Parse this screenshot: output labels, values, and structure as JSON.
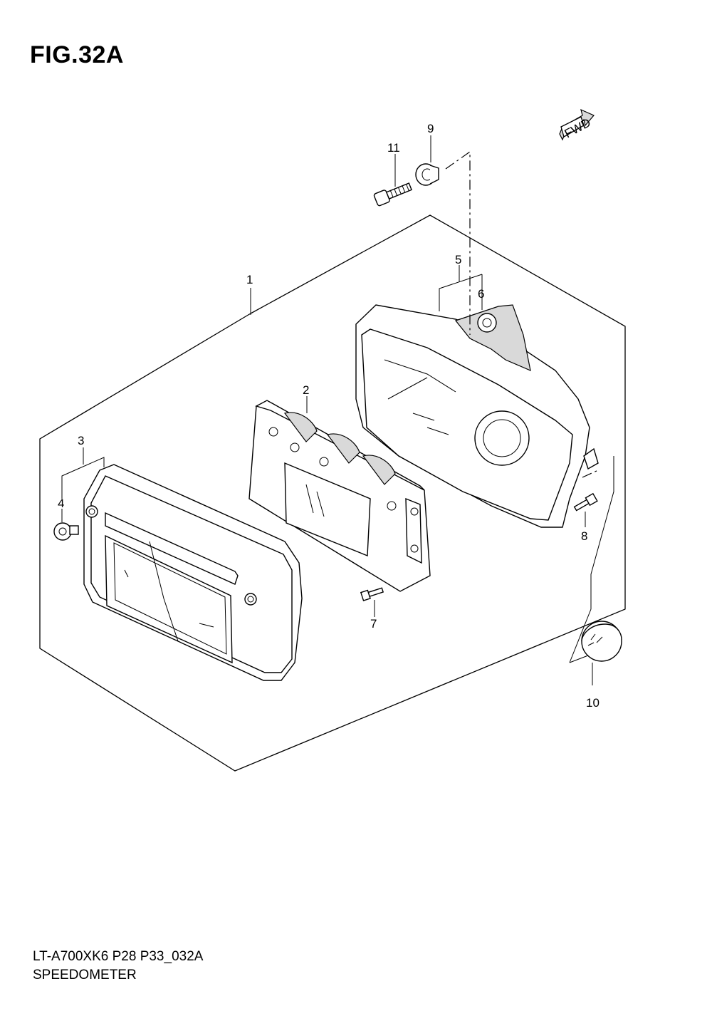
{
  "figure_title": "FIG.32A",
  "model_code": "LT-A700XK6 P28 P33_032A",
  "caption": "SPEEDOMETER",
  "direction_badge": "FWD",
  "callouts": {
    "c1": "1",
    "c2": "2",
    "c3": "3",
    "c4": "4",
    "c5": "5",
    "c6": "6",
    "c7": "7",
    "c8": "8",
    "c9": "9",
    "c10": "10",
    "c11": "11"
  }
}
